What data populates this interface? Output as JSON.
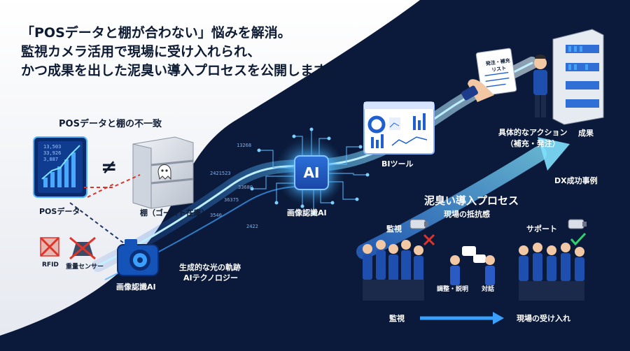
{
  "headline": {
    "line1": "「POSデータと棚が合わない」悩みを解消。",
    "line2": "監視カメラ活用で現場に受け入れられ、",
    "line3": "かつ成果を出した泥臭い導入プロセスを公開します。"
  },
  "left": {
    "section_title": "POSデータと棚の不一致",
    "pos_numbers": [
      "13,503",
      "33,926",
      "3,887"
    ],
    "not_equal": "≠",
    "pos_label": "POSデータ",
    "shelf_label": "棚（ゴースト在庫）",
    "rfid_label": "RFID",
    "weight_sensor_label": "重量センサー",
    "camera_label": "画像認識AI"
  },
  "center": {
    "glow_caption_1": "生成的な光の軌跡",
    "glow_caption_2": "AIテクノロジー",
    "ai_chip_text": "AI",
    "ai_label": "画像認識AI",
    "bi_label": "BIツール",
    "floating_numbers": [
      "13268",
      "2421523",
      "33680",
      "36375",
      "3540",
      "2422"
    ]
  },
  "right": {
    "clipboard_text_1": "発注・補充",
    "clipboard_text_2": "リスト",
    "action_label_1": "具体的なアクション",
    "action_label_2": "（補充・発注）",
    "result_label": "成果",
    "dx_label": "DX成功事例",
    "process_title": "泥臭い導入プロセス",
    "process_subtitle": "現場の抵抗感",
    "monitor_label": "監視",
    "support_label": "サポート",
    "adjust_label": "調整・説明",
    "dialog_label": "対話",
    "bottom_left_label": "監視",
    "bottom_right_label": "現場の受け入れ"
  },
  "colors": {
    "navy": "#0b1a3a",
    "accent_blue": "#3aa0ff",
    "cross_red": "#e0342a",
    "check_green": "#2fd36a"
  }
}
